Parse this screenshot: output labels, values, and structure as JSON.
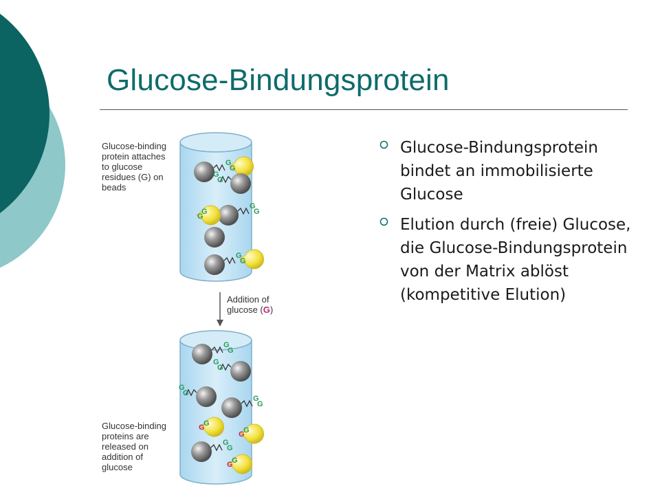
{
  "slide": {
    "title": "Glucose-Bindungsprotein",
    "bullets": [
      {
        "text": "Glucose-Bindungsprotein bindet an immobilisierte Glucose"
      },
      {
        "text": "Elution durch (freie) Glucose, die Glucose-Bindungsprotein von der Matrix ablöst (kompetitive Elution)"
      }
    ],
    "colors": {
      "title": "#0e6b6b",
      "dark_teal": "#0b6461",
      "light_teal": "#8ec8c8",
      "bead": "#8c8c8c",
      "glucose_bound": "#2a9a5a",
      "glucose_free": "#c0287a",
      "protein": "#f2e13a"
    }
  },
  "figure": {
    "label_top": "Glucose-binding\nprotein attaches\nto glucose\nresidues (G) on\nbeads",
    "label_middle_line1": "Addition of",
    "label_middle_prefix": "glucose (",
    "label_middle_g": "G",
    "label_middle_suffix": ")",
    "label_bottom": "Glucose-binding\nproteins are\nreleased on\naddition of\nglucose",
    "glyph_bound": "G",
    "glyph_free": "G"
  }
}
